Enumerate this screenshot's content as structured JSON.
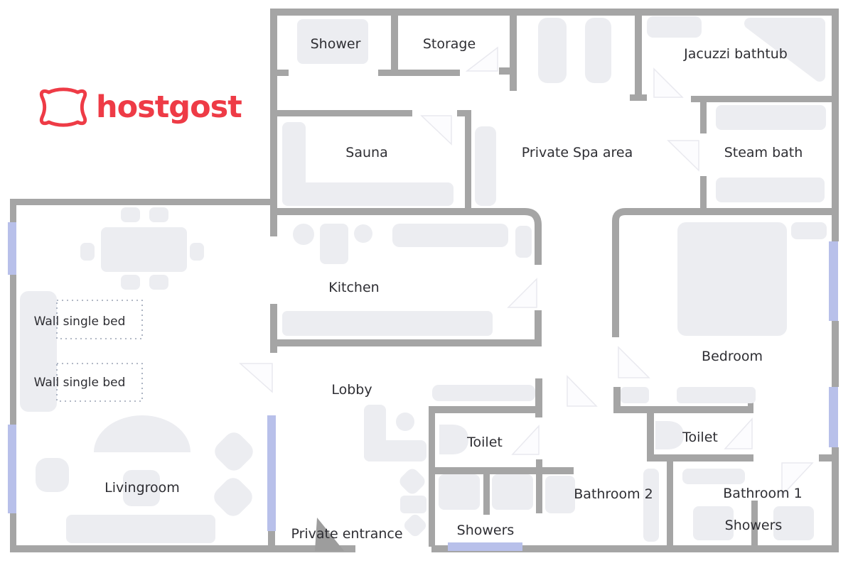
{
  "brand": {
    "name": "hostgost",
    "color": "#ee3b46"
  },
  "plan": {
    "labels": {
      "shower": "Shower",
      "storage": "Storage",
      "jacuzzi_bathtub": "Jacuzzi bathtub",
      "sauna": "Sauna",
      "private_spa": "Private Spa area",
      "steam_bath": "Steam bath",
      "kitchen": "Kitchen",
      "bedroom": "Bedroom",
      "lobby": "Lobby",
      "livingroom": "Livingroom",
      "wall_single_bed_1": "Wall single bed",
      "wall_single_bed_2": "Wall single bed",
      "toilet_bathroom_2": "Toilet",
      "toilet_bathroom_1": "Toilet",
      "bathroom_2": "Bathroom 2",
      "bathroom_1": "Bathroom 1",
      "showers_bathroom_2": "Showers",
      "showers_bathroom_1": "Showers",
      "private_entrance": "Private entrance"
    },
    "colors": {
      "wall": "#a5a5a5",
      "furniture": "#ecedf1",
      "window_marker": "#b8c0ea",
      "door_swing_fill": "#fcfcfe",
      "door_swing_stroke": "#e9e9ef",
      "label_text": "#2e2e33",
      "entrance_arrow": "#9d9d9d"
    }
  }
}
